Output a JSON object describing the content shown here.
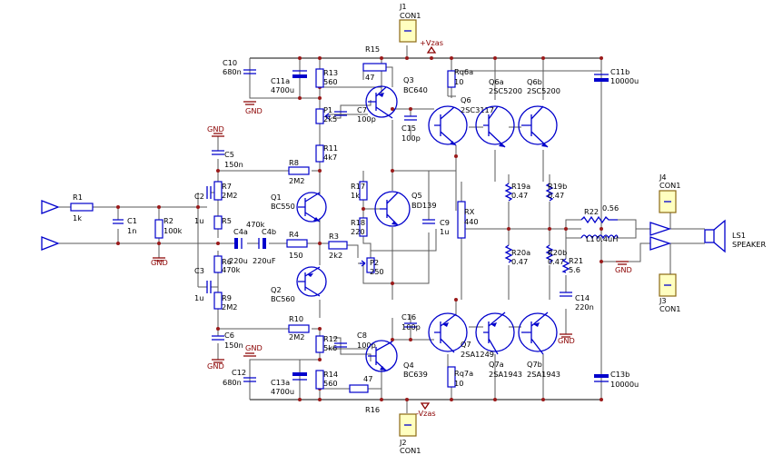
{
  "connectors": [
    {
      "ref": "J1",
      "type": "CON1"
    },
    {
      "ref": "J2",
      "type": "CON1"
    },
    {
      "ref": "J3",
      "type": "CON1"
    },
    {
      "ref": "J4",
      "type": "CON1"
    },
    {
      "ref": "LS1",
      "type": "SPEAKER"
    }
  ],
  "rails": {
    "positive": "+Vzas",
    "negative": "-Vzas",
    "ground": "GND"
  },
  "resistors": [
    {
      "ref": "R1",
      "value": "1k"
    },
    {
      "ref": "R2",
      "value": "100k"
    },
    {
      "ref": "R3",
      "value": "2k2"
    },
    {
      "ref": "R4",
      "value": "150"
    },
    {
      "ref": "R5",
      "value": "470k"
    },
    {
      "ref": "R6",
      "value": "470k"
    },
    {
      "ref": "R7",
      "value": "2M2"
    },
    {
      "ref": "R8",
      "value": "2M2"
    },
    {
      "ref": "R9",
      "value": "2M2"
    },
    {
      "ref": "R10",
      "value": "2M2"
    },
    {
      "ref": "R11",
      "value": "4k7"
    },
    {
      "ref": "R12",
      "value": "5k6"
    },
    {
      "ref": "R13",
      "value": "560"
    },
    {
      "ref": "R14",
      "value": "560"
    },
    {
      "ref": "R15",
      "value": "47"
    },
    {
      "ref": "R16",
      "value": "47"
    },
    {
      "ref": "R17",
      "value": "1k"
    },
    {
      "ref": "R18",
      "value": "220"
    },
    {
      "ref": "R19a",
      "value": "0.47"
    },
    {
      "ref": "R19b",
      "value": "0.47"
    },
    {
      "ref": "R20a",
      "value": "0.47"
    },
    {
      "ref": "R20b",
      "value": "0.47"
    },
    {
      "ref": "R21",
      "value": "5.6"
    },
    {
      "ref": "R22",
      "value": "0.56"
    },
    {
      "ref": "Rq6a",
      "value": "10"
    },
    {
      "ref": "Rq7a",
      "value": "10"
    },
    {
      "ref": "RX",
      "value": "440"
    }
  ],
  "pots": [
    {
      "ref": "P1",
      "value": "2k5"
    },
    {
      "ref": "P2",
      "value": "250"
    }
  ],
  "capacitors": [
    {
      "ref": "C1",
      "value": "1n"
    },
    {
      "ref": "C2",
      "value": "1u"
    },
    {
      "ref": "C3",
      "value": "1u"
    },
    {
      "ref": "C4a",
      "value": "220u"
    },
    {
      "ref": "C4b",
      "value": "220uF"
    },
    {
      "ref": "C5",
      "value": "150n"
    },
    {
      "ref": "C6",
      "value": "150n"
    },
    {
      "ref": "C7",
      "value": "100p"
    },
    {
      "ref": "C8",
      "value": "100p"
    },
    {
      "ref": "C9",
      "value": "1u"
    },
    {
      "ref": "C10",
      "value": "680n"
    },
    {
      "ref": "C11a",
      "value": "4700u"
    },
    {
      "ref": "C11b",
      "value": "10000u"
    },
    {
      "ref": "C12",
      "value": "680n"
    },
    {
      "ref": "C13a",
      "value": "4700u"
    },
    {
      "ref": "C13b",
      "value": "10000u"
    },
    {
      "ref": "C14",
      "value": "220n"
    },
    {
      "ref": "C15",
      "value": "100p"
    },
    {
      "ref": "C16",
      "value": "100p"
    }
  ],
  "c4_mid_label": "470k",
  "inductor": {
    "ref": "L1",
    "value": "0.4uH"
  },
  "transistors": [
    {
      "ref": "Q1",
      "part": "BC550",
      "type": "npn"
    },
    {
      "ref": "Q2",
      "part": "BC560",
      "type": "pnp"
    },
    {
      "ref": "Q3",
      "part": "BC640",
      "type": "pnp"
    },
    {
      "ref": "Q4",
      "part": "BC639",
      "type": "npn"
    },
    {
      "ref": "Q5",
      "part": "BD139",
      "type": "npn"
    },
    {
      "ref": "Q6",
      "part": "2SC3117",
      "type": "npn"
    },
    {
      "ref": "Q6a",
      "part": "2SC5200",
      "type": "npn"
    },
    {
      "ref": "Q6b",
      "part": "2SC5200",
      "type": "npn"
    },
    {
      "ref": "Q7",
      "part": "2SA1249",
      "type": "pnp"
    },
    {
      "ref": "Q7a",
      "part": "2SA1943",
      "type": "pnp"
    },
    {
      "ref": "Q7b",
      "part": "2SA1943",
      "type": "pnp"
    }
  ],
  "colors": {
    "wire": "#5a5a5a",
    "component": "#0000cc",
    "net_label": "#8b0000",
    "connector_fill": "#ffffc0",
    "text": "#000000"
  }
}
